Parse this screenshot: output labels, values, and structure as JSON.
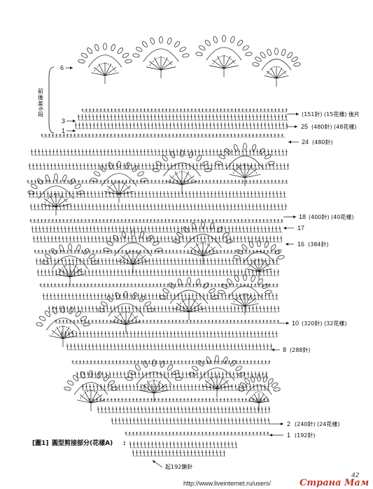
{
  "rows": [
    {
      "id": "r6",
      "row": "6",
      "note": ""
    },
    {
      "id": "r3",
      "row": "3",
      "note": ""
    },
    {
      "id": "r1t",
      "row": "1",
      "note": ""
    },
    {
      "id": "top",
      "row": "",
      "note": "(151針) (15花樣) 後片"
    },
    {
      "id": "r25",
      "row": "25",
      "note": "(480針) (48花樣)"
    },
    {
      "id": "r24",
      "row": "24",
      "note": "(480針)"
    },
    {
      "id": "r18",
      "row": "18",
      "note": "(400針) (40花樣)"
    },
    {
      "id": "r17",
      "row": "17",
      "note": ""
    },
    {
      "id": "r16",
      "row": "16",
      "note": "(384針)"
    },
    {
      "id": "r10",
      "row": "10",
      "note": "(320針) (32花樣)"
    },
    {
      "id": "r8",
      "row": "8",
      "note": "(288針)"
    },
    {
      "id": "r2",
      "row": "2",
      "note": "(240針) (24花樣)"
    },
    {
      "id": "r1b",
      "row": "1",
      "note": "(192針)"
    }
  ],
  "side_label": "前後差6段",
  "caption": {
    "tag": "[圖1]",
    "text": "圓型剪接部分(花樣A)",
    "colon": ":"
  },
  "start_label": "起192鎖針",
  "watermark": {
    "url": "http://www.liveinternet.ru/users/",
    "brand": "Страна Мам"
  },
  "page_number": "42",
  "colors": {
    "ink": "#111111",
    "paper": "#ffffff",
    "brand": "#c0392b"
  }
}
